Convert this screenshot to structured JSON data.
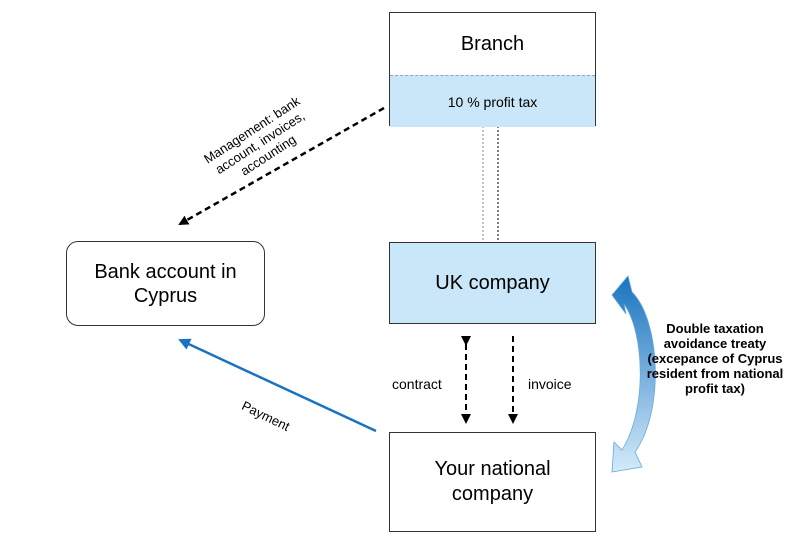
{
  "branch": {
    "title": "Branch",
    "tax_label": "10 % profit tax"
  },
  "uk_company": {
    "label": "UK company"
  },
  "bank_account": {
    "line1": "Bank account in",
    "line2": "Cyprus"
  },
  "national_company": {
    "line1": "Your national",
    "line2": "company"
  },
  "labels": {
    "management": "Management: bank account, invoices, accounting",
    "contract": "contract",
    "invoice": "invoice",
    "payment": "Payment",
    "treaty": "Double taxation avoidance treaty (excepance of Cyprus resident from national profit tax)"
  },
  "colors": {
    "box_fill": "#c9e7f8",
    "payment_arrow": "#1a73c0",
    "treaty_arrow": "#1a73c0",
    "treaty_arrow_light": "#c5e3f7"
  }
}
